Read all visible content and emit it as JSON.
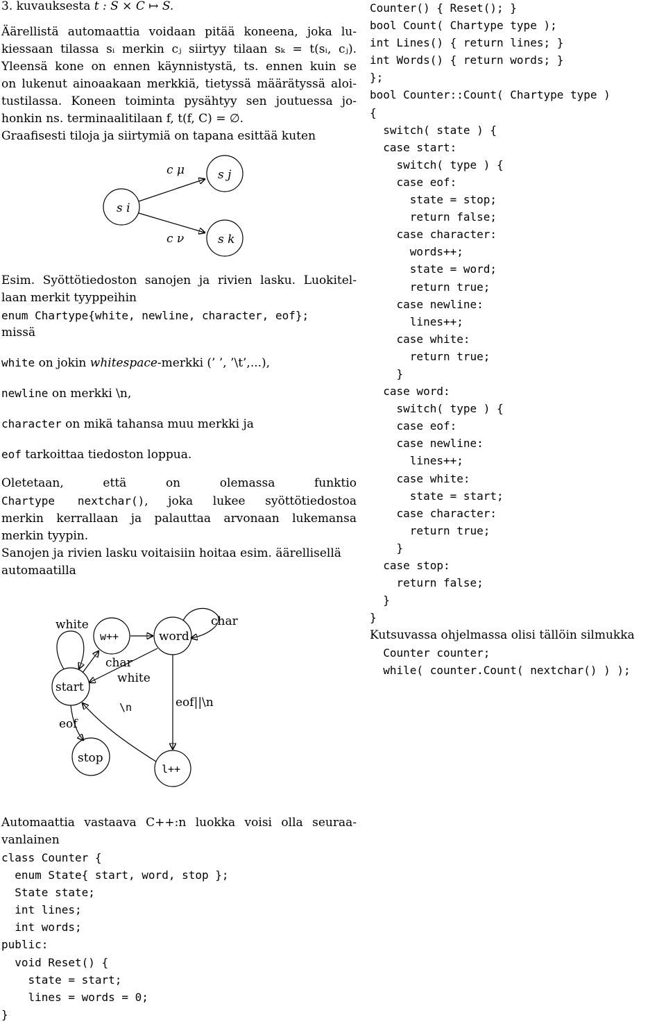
{
  "left": {
    "heading_prefix": "3. kuvauksesta ",
    "heading_math": "t : S × C ↦ S.",
    "para1": [
      "Äärellistä automaattia voidaan pitää koneena, joka lu-",
      "kiessaan tilassa sᵢ merkin cⱼ siirtyy tilaan sₖ = t(sᵢ, cⱼ).",
      "Yleensä kone on ennen käynnistystä, ts. ennen kuin se",
      "on lukenut ainoaakaan merkkiä, tietyssä määrätyssä aloi-",
      "tustilassa. Koneen toiminta pysähtyy sen joutuessa jo-",
      "honkin ns. terminaalitilaan f, t(f, C) = ∅.",
      "Graafisesti tiloja ja siirtymiä on tapana esittää kuten"
    ],
    "diagram1": {
      "state_i": "s i",
      "state_j": "s j",
      "state_k": "s k",
      "label_mu": "c μ",
      "label_nu": "c ν"
    },
    "example": [
      "Esim. Syöttötiedoston sanojen ja rivien lasku. Luokitel-",
      "laan merkit tyyppeihin"
    ],
    "enum_line": "enum Chartype{white, newline, character, eof};",
    "missa": "missä",
    "defs": [
      {
        "code": "white",
        "text": " on jokin ",
        "italic": "whitespace",
        "rest": "-merkki (’ ’, ’\\t’,...),"
      },
      {
        "code": "newline",
        "text": " on merkki \\n,",
        "italic": "",
        "rest": ""
      },
      {
        "code": "character",
        "text": " on mikä tahansa muu merkki ja",
        "italic": "",
        "rest": ""
      },
      {
        "code": "eof",
        "text": " tarkoittaa tiedoston loppua.",
        "italic": "",
        "rest": ""
      }
    ],
    "para2_l1": "Oletetaan, että on olemassa funktio",
    "para2_code": "Chartype nextchar()",
    "para2_l2rest": ", joka lukee syöttötiedostoa",
    "para2_l3": "merkin kerrallaan ja palauttaa arvonaan lukemansa",
    "para2_l4": "merkin tyypin.",
    "para3": [
      "Sanojen ja rivien lasku voitaisiin hoitaa esim. äärellisellä",
      "automaatilla"
    ],
    "diagram2": {
      "start": "start",
      "stop": "stop",
      "word": "word",
      "wpp": "w++",
      "lpp": "l++",
      "white_loop": "white",
      "eof": "eof",
      "char_a": "char",
      "white_b": "white",
      "nl": "\\n",
      "char_loop": "char",
      "eofnl": "eof||\\n"
    },
    "para4": [
      "Automaattia vastaava C++:n luokka voisi olla seuraa-",
      "vanlainen"
    ],
    "code": "class Counter {\n  enum State{ start, word, stop };\n  State state;\n  int lines;\n  int words;\npublic:\n  void Reset() {\n    state = start;\n    lines = words = 0;\n}"
  },
  "right": {
    "code": "Counter() { Reset(); }\nbool Count( Chartype type );\nint Lines() { return lines; }\nint Words() { return words; }\n};\nbool Counter::Count( Chartype type )\n{\n  switch( state ) {\n  case start:\n    switch( type ) {\n    case eof:\n      state = stop;\n      return false;\n    case character:\n      words++;\n      state = word;\n      return true;\n    case newline:\n      lines++;\n    case white:\n      return true;\n    }\n  case word:\n    switch( type ) {\n    case eof:\n    case newline:\n      lines++;\n    case white:\n      state = start;\n    case character:\n      return true;\n    }\n  case stop:\n    return false;\n  }\n}",
    "tail_text": "Kutsuvassa ohjelmassa olisi tällöin silmukka",
    "tail_code": "  Counter counter;\n  while( counter.Count( nextchar() ) );"
  }
}
